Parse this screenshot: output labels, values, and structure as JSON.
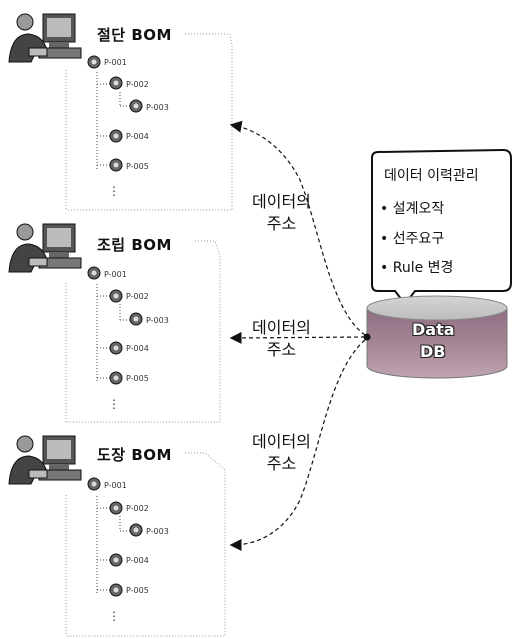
{
  "groups": [
    {
      "title": "절단 BOM",
      "nodes": [
        "P-001",
        "P-002",
        "P-003",
        "P-004",
        "P-005"
      ]
    },
    {
      "title": "조립 BOM",
      "nodes": [
        "P-001",
        "P-002",
        "P-003",
        "P-004",
        "P-005"
      ]
    },
    {
      "title": "도장 BOM",
      "nodes": [
        "P-001",
        "P-002",
        "P-003",
        "P-004",
        "P-005"
      ]
    }
  ],
  "flows": [
    {
      "line1": "데이터의",
      "line2": "주소"
    },
    {
      "line1": "데이터의",
      "line2": "주소"
    },
    {
      "line1": "데이터의",
      "line2": "주소"
    }
  ],
  "bubble": {
    "title": "데이터 이력관리",
    "items": [
      "설계오작",
      "선주요구",
      "Rule 변경"
    ]
  },
  "database": {
    "line1": "Data",
    "line2": "DB"
  }
}
